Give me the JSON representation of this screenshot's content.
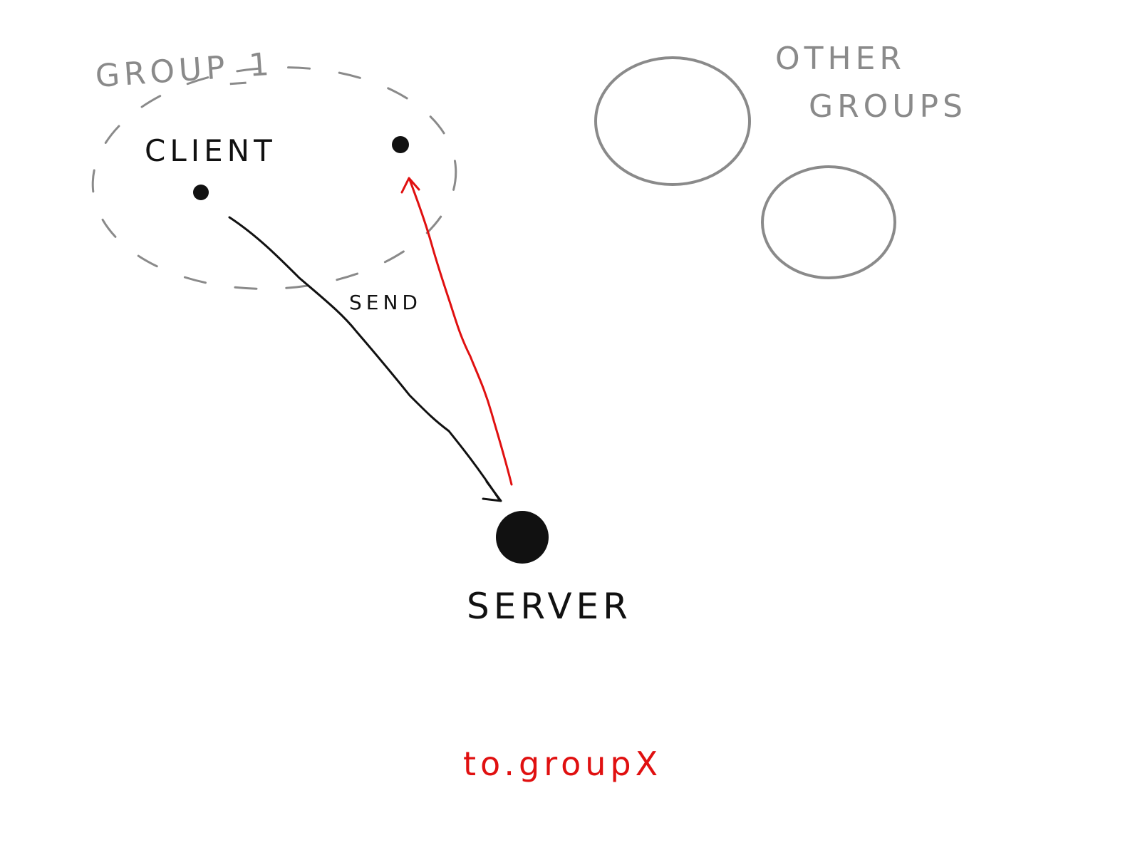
{
  "labels": {
    "group_1": "GROUP_1",
    "client": "CLIENT",
    "send": "SEND",
    "other_groups_line1": "OTHER",
    "other_groups_line2": "GROUPS",
    "server": "SERVER",
    "to_group": "to.groupX"
  },
  "colors": {
    "ink": "#111111",
    "gray": "#8a8a8a",
    "red": "#e01010",
    "background": "#ffffff"
  }
}
